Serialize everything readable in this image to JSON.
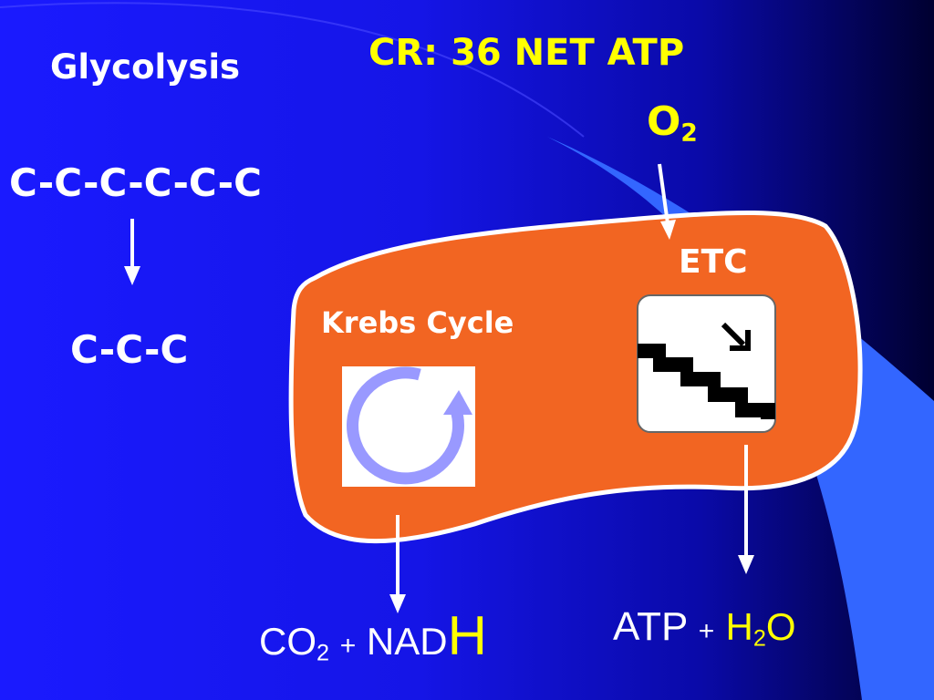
{
  "title": "CR: 36 NET ATP",
  "glycolysis": {
    "label": "Glycolysis",
    "glucose": "C-C-C-C-C-C",
    "pyruvate": "C-C-C"
  },
  "oxygen": {
    "main": "O",
    "sub": "2"
  },
  "etc": {
    "label": "ETC",
    "icon": "stairs-down-icon"
  },
  "krebs": {
    "label": "Krebs Cycle",
    "icon": "cycle-arrow-icon"
  },
  "products_left": {
    "co": "CO",
    "co_sub": "2",
    "plus": "+",
    "nad": "NAD",
    "h": "H"
  },
  "products_right": {
    "atp": "ATP",
    "plus": "+",
    "h": "H",
    "h_sub": "2",
    "o": "O"
  },
  "colors": {
    "background": "#1a1aff",
    "background_dark": "#000033",
    "accent_light": "#3366ff",
    "mitochondrion": "#f26522",
    "text": "#ffffff",
    "highlight": "#ffff00",
    "cycle_icon": "#9999ff"
  }
}
